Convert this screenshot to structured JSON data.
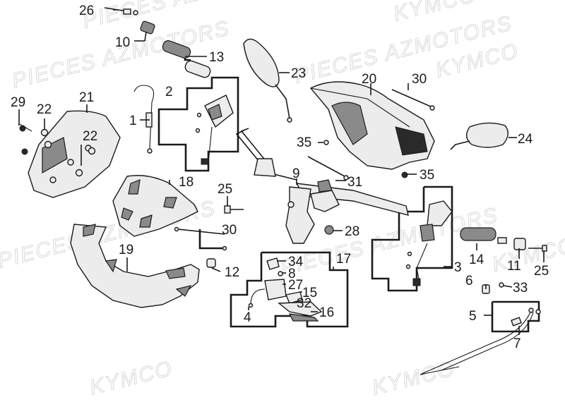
{
  "watermarks": [
    "PIECES AZMOTORS",
    "KYMCO",
    "PIECES AZMOTORS",
    "KYMCO",
    "PIECES AZMOTORS",
    "KYMCO",
    "PIECES AZMOTORS",
    "KYMCO",
    "PIECES AZMOTORS",
    "KYMCO"
  ],
  "callouts": [
    {
      "id": "c26",
      "label": "26"
    },
    {
      "id": "c10",
      "label": "10"
    },
    {
      "id": "c13",
      "label": "13"
    },
    {
      "id": "c23",
      "label": "23"
    },
    {
      "id": "c20",
      "label": "20"
    },
    {
      "id": "c30a",
      "label": "30"
    },
    {
      "id": "c29",
      "label": "29"
    },
    {
      "id": "c22a",
      "label": "22"
    },
    {
      "id": "c21",
      "label": "21"
    },
    {
      "id": "c2",
      "label": "2"
    },
    {
      "id": "c1",
      "label": "1"
    },
    {
      "id": "c22b",
      "label": "22"
    },
    {
      "id": "c24",
      "label": "24"
    },
    {
      "id": "c35a",
      "label": "35"
    },
    {
      "id": "c9",
      "label": "9"
    },
    {
      "id": "c31",
      "label": "31"
    },
    {
      "id": "c35b",
      "label": "35"
    },
    {
      "id": "c18",
      "label": "18"
    },
    {
      "id": "c25a",
      "label": "25"
    },
    {
      "id": "c30b",
      "label": "30"
    },
    {
      "id": "c28",
      "label": "28"
    },
    {
      "id": "c19",
      "label": "19"
    },
    {
      "id": "c12",
      "label": "12"
    },
    {
      "id": "c34",
      "label": "34"
    },
    {
      "id": "c8",
      "label": "8"
    },
    {
      "id": "c17",
      "label": "17"
    },
    {
      "id": "c27",
      "label": "27"
    },
    {
      "id": "c15",
      "label": "15"
    },
    {
      "id": "c32",
      "label": "32"
    },
    {
      "id": "c16",
      "label": "16"
    },
    {
      "id": "c4",
      "label": "4"
    },
    {
      "id": "c14",
      "label": "14"
    },
    {
      "id": "c11",
      "label": "11"
    },
    {
      "id": "c25b",
      "label": "25"
    },
    {
      "id": "c3",
      "label": "3"
    },
    {
      "id": "c6",
      "label": "6"
    },
    {
      "id": "c33",
      "label": "33"
    },
    {
      "id": "c5",
      "label": "5"
    },
    {
      "id": "c7",
      "label": "7"
    }
  ]
}
